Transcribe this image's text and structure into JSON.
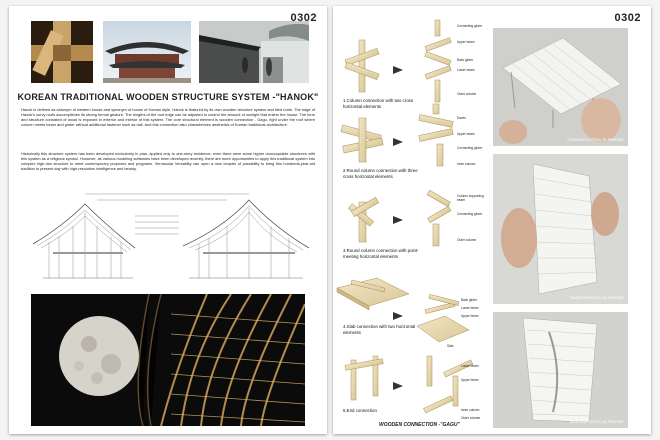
{
  "left_board": {
    "number": "0302",
    "title": "KOREAN TRADITIONAL WOODEN STRUCTURE SYSTEM -\"HANOK\"",
    "paragraph_1": "Hanok is defined as antonym of western house and synonym of house of Korean style. Hanok is featured by its own wooden structure system and tiled roofs. The edge of Hanok's curvy roofs accomplishes its strong formal gesture. The lengths of the roof edge can be adjusted to control the amount of sunlight that enters the house. The form and structure consisted of wood is exposed in exterior and interior of this system. The core structural element is wooden connection - Gagu, right under the roof where column meets beam and girder without additional fastener such as nail. And this connection also characterizes aesthetics of Korean traditional architecture.",
    "paragraph_2": "Historically this structure system has been developed exclusively in plan, applied only to one-story residence, even there were some higher unoccupiable structures with this system as a religious symbol. However, as various modeling softwares have been developed recently, there are more opportunities to apply this traditional system into complex high-rise structure to meet contemporary purposes and programs. Vernacular Versatility can open a new chapter of possibility to bring this hundreds-year-old tradition to present day with high-resolution intelligence and beauty."
  },
  "right_board": {
    "number": "0302",
    "steps": [
      "1.Column connection with two cross horizontal elements",
      "2.Round column connection with three cross horizontal elements",
      "3.Round column connection with point-meeting horizontal elements",
      "4.Slab connection with two horizontal elements",
      "5.End connection"
    ],
    "parts_1": [
      "Connecting girder",
      "Upper beam",
      "Back girder",
      "Lower beam",
      "Outer column"
    ],
    "parts_2": [
      "Eaves",
      "Upper beam",
      "Connecting girder",
      "Inner column"
    ],
    "parts_3": [
      "Column supporting beam",
      "Connecting girder",
      "Outer column"
    ],
    "parts_4": [
      "Back girder",
      "Lower beam",
      "Upper beam",
      "Slab"
    ],
    "parts_5": [
      "Lower beam",
      "Upper beam",
      "Inner column",
      "Outer column"
    ],
    "footer": "WOODEN CONNECTION -\"GAGU\"",
    "photo_captions": [
      "STANDARD SYSTEM_3D PRINTING",
      "TRANSFORMATION_3D PRINTING",
      "HIGH-ADAPTATION_3D PRINTING"
    ]
  },
  "colors": {
    "wood": "#e9dcb8",
    "wood_edge": "#a88f5c",
    "night": "#0c0c0c"
  }
}
